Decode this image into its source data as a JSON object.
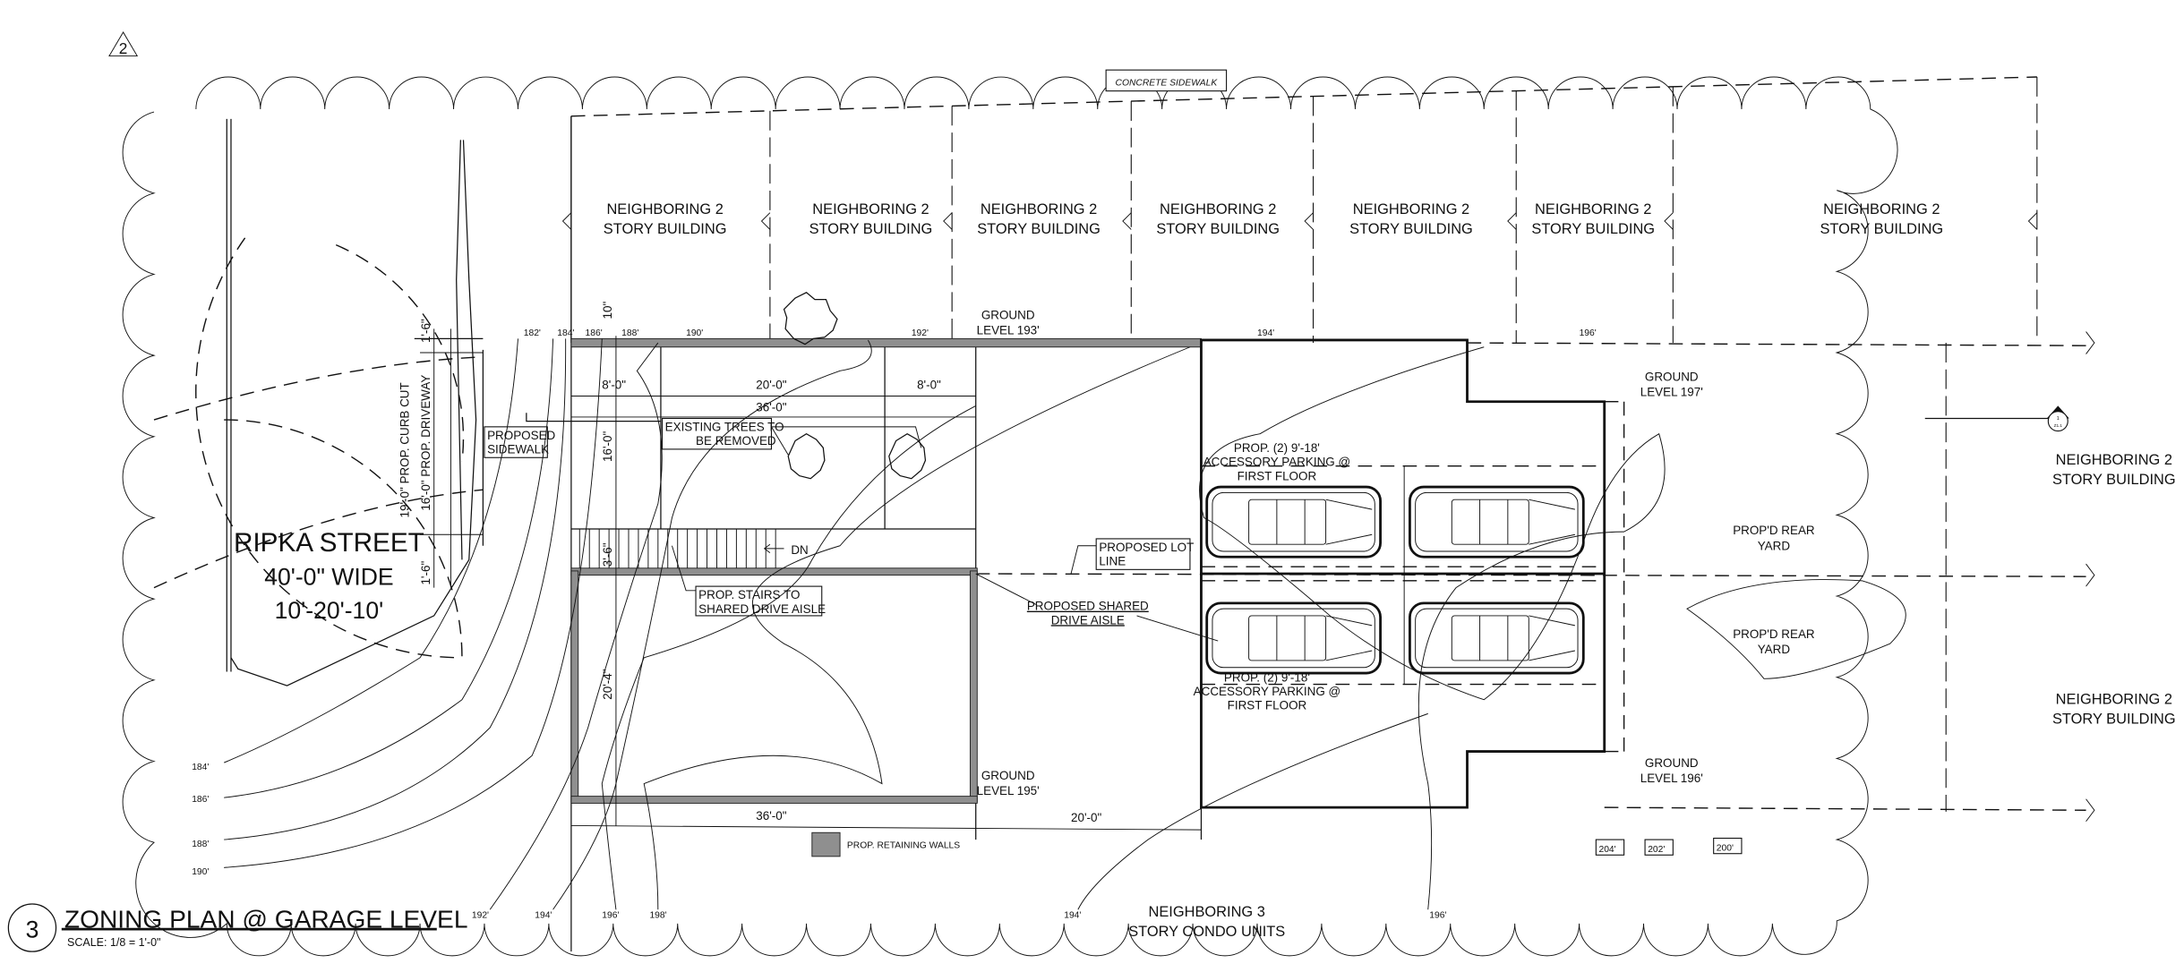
{
  "drawing": {
    "title": "ZONING PLAN @ GARAGE LEVEL",
    "scale": "SCALE: 1/8 = 1'-0\"",
    "detail_number": "3",
    "revision_number": "2",
    "section_marker": {
      "number": "1",
      "sheet": "Z1.1"
    }
  },
  "street": {
    "name": "RIPKA STREET",
    "width": "40'-0\" WIDE",
    "split": "10'-20'-10'"
  },
  "neighbors": {
    "top": [
      {
        "line1": "NEIGHBORING 2",
        "line2": "STORY BUILDING"
      },
      {
        "line1": "NEIGHBORING 2",
        "line2": "STORY BUILDING"
      },
      {
        "line1": "NEIGHBORING 2",
        "line2": "STORY BUILDING"
      },
      {
        "line1": "NEIGHBORING 2",
        "line2": "STORY BUILDING"
      },
      {
        "line1": "NEIGHBORING 2",
        "line2": "STORY BUILDING"
      },
      {
        "line1": "NEIGHBORING 2",
        "line2": "STORY BUILDING"
      },
      {
        "line1": "NEIGHBORING 2",
        "line2": "STORY BUILDING"
      }
    ],
    "right": [
      {
        "line1": "NEIGHBORING 2",
        "line2": "STORY BUILDING"
      },
      {
        "line1": "NEIGHBORING 2",
        "line2": "STORY BUILDING"
      }
    ],
    "bottom": {
      "line1": "NEIGHBORING 3",
      "line2": "STORY CONDO UNITS"
    }
  },
  "callouts": {
    "concrete_sidewalk": "CONCRETE SIDEWALK",
    "proposed_sidewalk": [
      "PROPOSED",
      "SIDEWALK"
    ],
    "trees_removed": [
      "EXISTING TREES TO",
      "BE REMOVED"
    ],
    "stairs": [
      "PROP. STAIRS TO",
      "SHARED DRIVE AISLE"
    ],
    "lot_line": [
      "PROPOSED LOT",
      "LINE"
    ],
    "shared_drive": [
      "PROPOSED SHARED",
      "DRIVE AISLE"
    ],
    "down": "DN",
    "parking_top": [
      "PROP. (2) 9'-18'",
      "ACCESSORY PARKING @",
      "FIRST FLOOR"
    ],
    "parking_bottom": [
      "PROP. (2) 9'-18'",
      "ACCESSORY PARKING @",
      "FIRST FLOOR"
    ],
    "rear_yard_top": [
      "PROP'D REAR",
      "YARD"
    ],
    "rear_yard_bottom": [
      "PROP'D REAR",
      "YARD"
    ],
    "ground_193": [
      "GROUND",
      "LEVEL 193'"
    ],
    "ground_197": [
      "GROUND",
      "LEVEL 197'"
    ],
    "ground_195": [
      "GROUND",
      "LEVEL 195'"
    ],
    "ground_196": [
      "GROUND",
      "LEVEL 196'"
    ]
  },
  "legend": {
    "retaining_walls": "PROP. RETAINING WALLS",
    "wall_color": "#8f8f8f"
  },
  "contours": {
    "top": [
      "182'",
      "184'",
      "186'",
      "188'",
      "190'",
      "192'",
      "194'",
      "196'"
    ],
    "left": [
      "184'",
      "186'",
      "188'",
      "190'"
    ],
    "bottom": [
      "192'",
      "194'",
      "196'",
      "198'",
      "194'",
      "196'"
    ],
    "boxed": [
      "204'",
      "202'",
      "200'"
    ]
  },
  "dimensions": {
    "sidewalk_top": "1'-6\"",
    "curb_cut": "19'-0\" PROP. CURB CUT",
    "driveway": "16'-0\" PROP. DRIVEWAY",
    "sidewalk_bottom": "1'-6\"",
    "wall_offset": "10\"",
    "d8a": "8'-0\"",
    "d20a": "20'-0\"",
    "d8b": "8'-0\"",
    "d36a": "36'-0\"",
    "d16": "16'-0\"",
    "d3_6": "3'-6\"",
    "d20_4": "20'-4\"",
    "d36b": "36'-0\"",
    "d20b": "20'-0\""
  }
}
